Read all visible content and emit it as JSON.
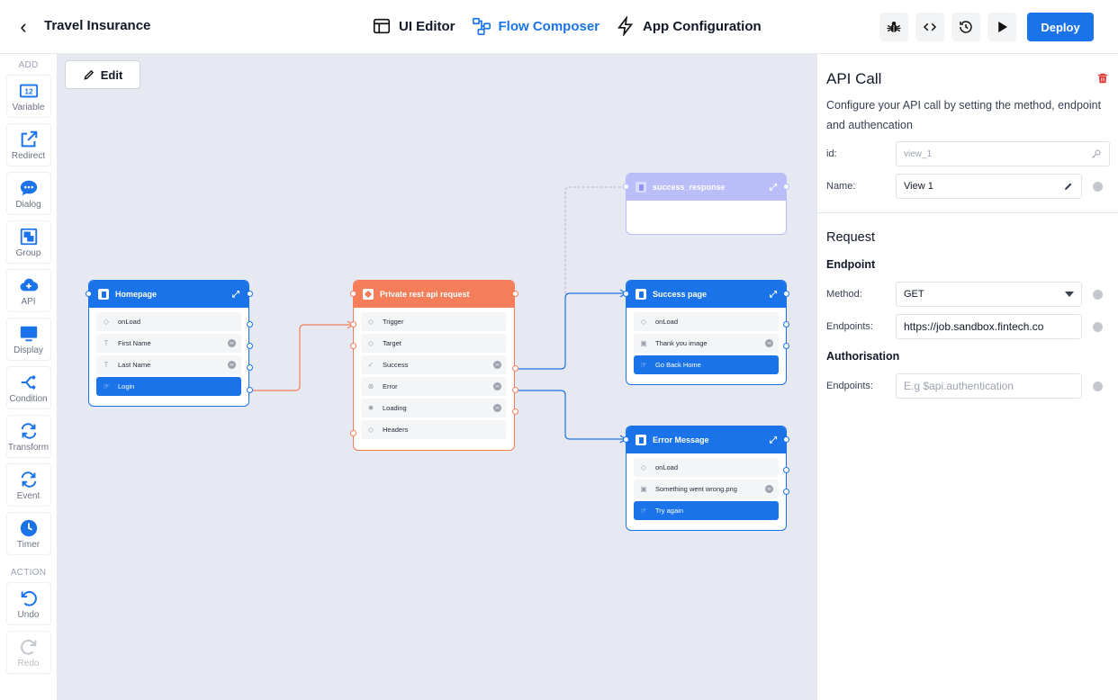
{
  "app": {
    "title": "Travel Insurance"
  },
  "modes": [
    {
      "label": "UI Editor",
      "active": false
    },
    {
      "label": "Flow Composer",
      "active": true
    },
    {
      "label": "App Configuration",
      "active": false
    }
  ],
  "actions": {
    "deploy_label": "Deploy"
  },
  "toolbar": {
    "add_label": "ADD",
    "action_label": "ACTION",
    "items": [
      {
        "label": "Variable"
      },
      {
        "label": "Redirect"
      },
      {
        "label": "Dialog"
      },
      {
        "label": "Group"
      },
      {
        "label": "API"
      },
      {
        "label": "Display"
      },
      {
        "label": "Condition"
      },
      {
        "label": "Transform"
      },
      {
        "label": "Event"
      },
      {
        "label": "Timer"
      }
    ],
    "undo_label": "Undo",
    "redo_label": "Redo"
  },
  "canvas": {
    "edit_label": "Edit",
    "nodes": {
      "homepage": {
        "title": "Homepage",
        "rows": [
          "onLoad",
          "First Name",
          "Last Name",
          "Login"
        ]
      },
      "api": {
        "title": "Private rest api request",
        "rows": [
          "Trigger",
          "Target",
          "Success",
          "Error",
          "Loading",
          "Headers"
        ]
      },
      "success_response": {
        "title": "success_response"
      },
      "success_page": {
        "title": "Success page",
        "rows": [
          "onLoad",
          "Thank you image",
          "Go Back Home"
        ]
      },
      "error_message": {
        "title": "Error Message",
        "rows": [
          "onLoad",
          "Something went wrong.png",
          "Try again"
        ]
      }
    }
  },
  "panel": {
    "title": "API Call",
    "description": "Configure your API call by setting the method, endpoint and authencation",
    "id_label": "id:",
    "id_value": "view_1",
    "name_label": "Name:",
    "name_value": "View 1",
    "request_heading": "Request",
    "endpoint_heading": "Endpoint",
    "method_label": "Method:",
    "method_value": "GET",
    "endpoints_label": "Endpoints:",
    "endpoints_value": "https://job.sandbox.fintech.co",
    "auth_heading": "Authorisation",
    "auth_endpoints_label": "Endpoints:",
    "auth_placeholder": "E.g $api.authentication"
  },
  "colors": {
    "accent": "#1a73e8",
    "api_node": "#f47d5a",
    "ghost_node": "#b9bdf8",
    "canvas": "#e6e9f1",
    "danger": "#e53935"
  }
}
